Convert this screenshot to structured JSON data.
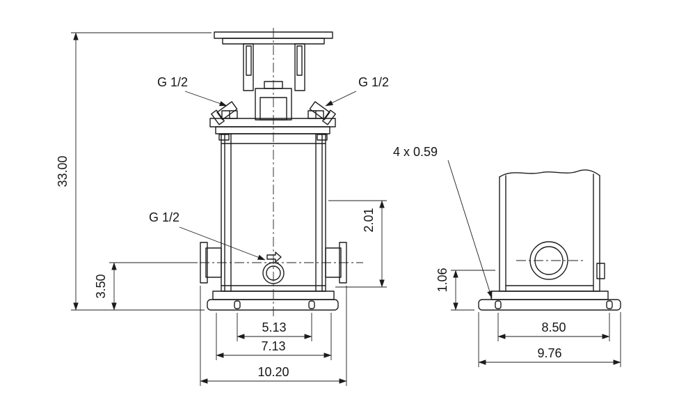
{
  "drawing": {
    "type": "technical-dimension-drawing",
    "colors": {
      "line": "#1c1c1c",
      "background": "#ffffff"
    },
    "front_view": {
      "label_g_top_left": "G 1/2",
      "label_g_top_right": "G 1/2",
      "label_g_drain": "G 1/2",
      "dim_height_overall": "33.00",
      "dim_height_port": "3.50",
      "dim_height_right": "2.01",
      "dim_width_1": "5.13",
      "dim_width_2": "7.13",
      "dim_width_3": "10.20"
    },
    "side_view": {
      "label_holes": "4 x 0.59",
      "dim_height_left": "1.06",
      "dim_width_1": "8.50",
      "dim_width_2": "9.76"
    }
  }
}
